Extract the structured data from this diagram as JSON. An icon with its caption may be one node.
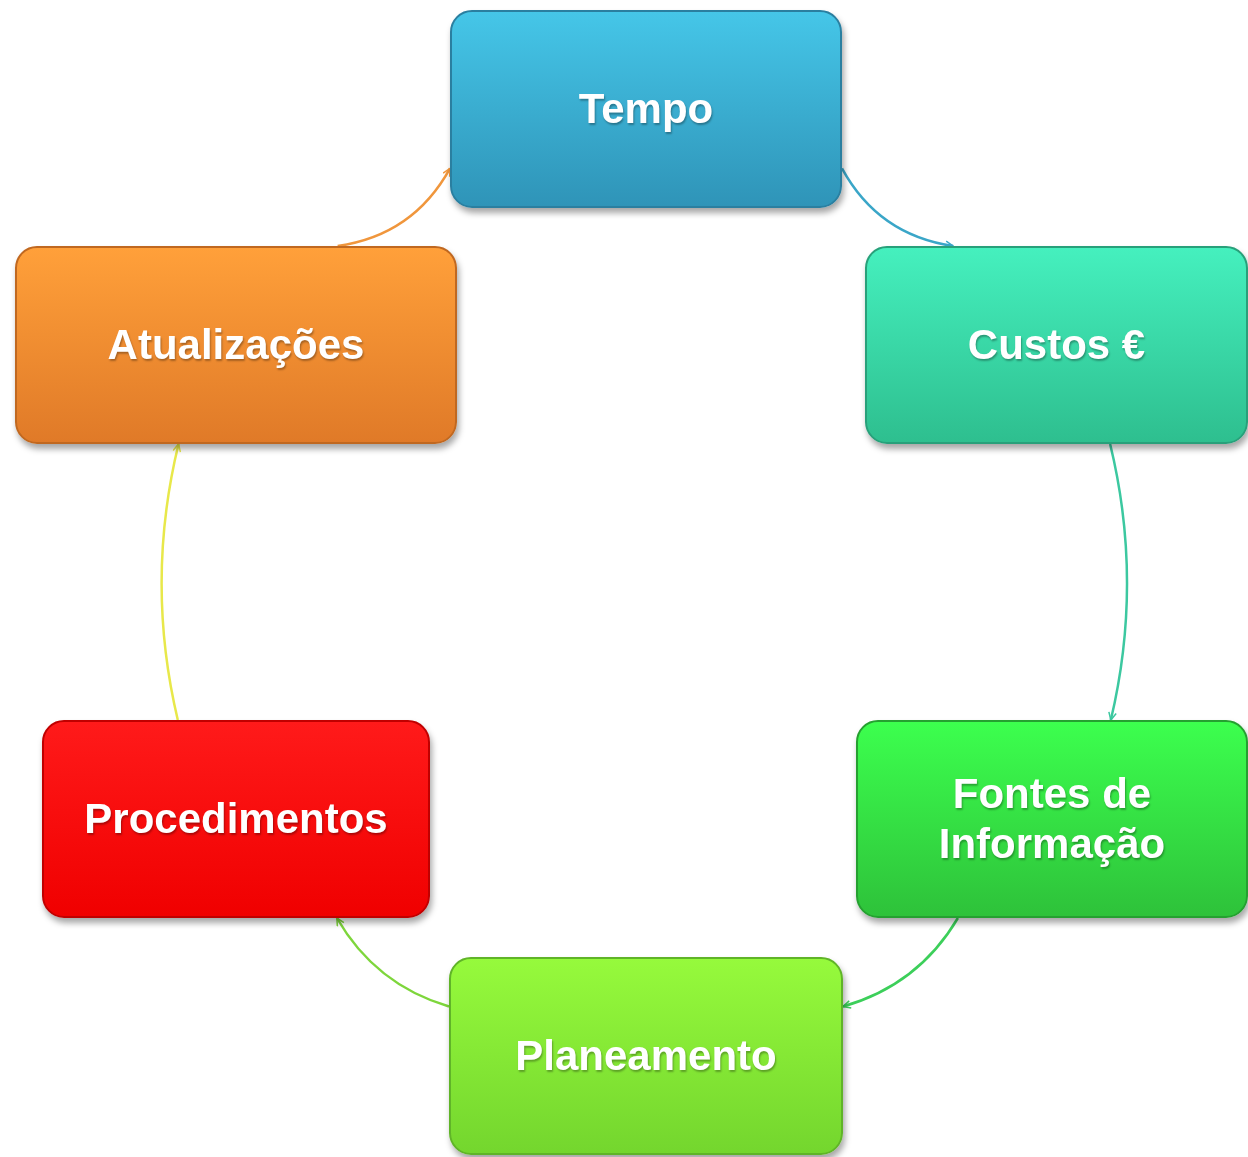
{
  "diagram": {
    "nodes": [
      {
        "text": [
          "Tempo"
        ]
      },
      {
        "text": [
          "Custos €"
        ]
      },
      {
        "text": [
          "Fontes de Informação"
        ]
      },
      {
        "text": [
          "Planeamento"
        ]
      },
      {
        "text": [
          "Procedimentos"
        ]
      },
      {
        "text": [
          "Atualizações"
        ]
      }
    ],
    "edges": [
      {
        "from": 0,
        "to": 1,
        "arrow": "to",
        "color": "#3aa6c8"
      },
      {
        "from": 1,
        "to": 2,
        "arrow": "to",
        "color": "#3cc8a0"
      },
      {
        "from": 2,
        "to": 3,
        "arrow": "to",
        "color": "#3ccf5a"
      },
      {
        "from": 3,
        "to": 4,
        "arrow": "to",
        "color": "#7ed63c"
      },
      {
        "from": 4,
        "to": 5,
        "arrow": "to",
        "color": "#e8e84a"
      },
      {
        "from": 5,
        "to": 0,
        "arrow": "to",
        "color": "#f0963c"
      }
    ]
  }
}
